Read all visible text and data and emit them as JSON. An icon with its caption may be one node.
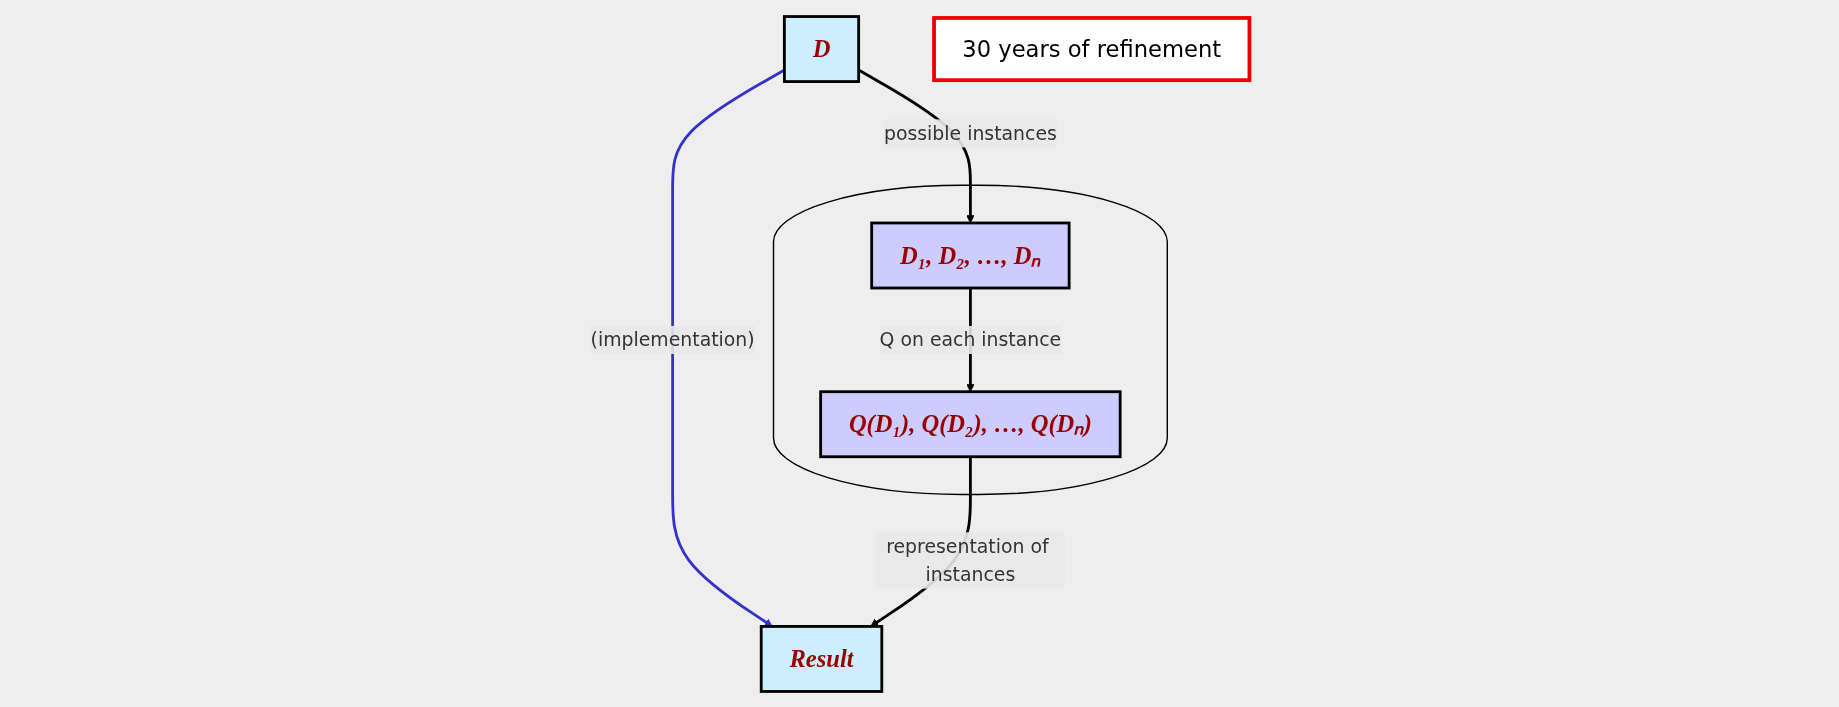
{
  "diagram": {
    "nodes": [
      {
        "text": [
          "D"
        ]
      },
      {
        "text": [
          "Result"
        ]
      },
      {
        "text": [],
        "shape": "ellipse"
      },
      {
        "text": [
          "D₁, D₂, …, Dₙ"
        ],
        "in": 2
      },
      {
        "text": [
          "Q(D₁), Q(D₂), …, Q(Dₙ)"
        ],
        "in": 2
      },
      {
        "text": [
          "30 years of refinement"
        ]
      }
    ],
    "edges": [
      {
        "from": 0,
        "to": 1,
        "arrow": "to",
        "label": "(implementation)",
        "color": "#3333cc"
      },
      {
        "from": 0,
        "to": 3,
        "arrow": "to",
        "label": "possible instances"
      },
      {
        "from": 3,
        "to": 4,
        "arrow": "to",
        "label": "Q on each instance"
      },
      {
        "from": 4,
        "to": 1,
        "arrow": "to",
        "label": "representation of instances"
      }
    ]
  }
}
